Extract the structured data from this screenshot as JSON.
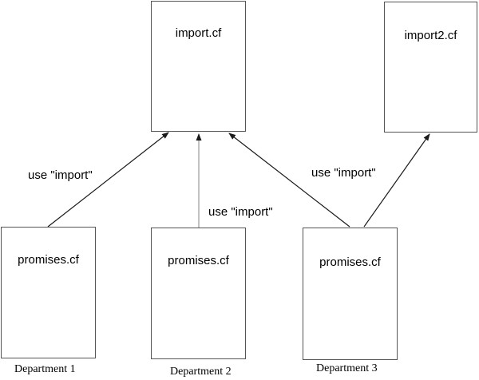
{
  "nodes": {
    "import": {
      "label": "import.cf"
    },
    "import2": {
      "label": "import2.cf"
    },
    "promises1": {
      "label": "promises.cf"
    },
    "promises2": {
      "label": "promises.cf"
    },
    "promises3": {
      "label": "promises.cf"
    }
  },
  "edges": [
    {
      "from": "promises1",
      "to": "import"
    },
    {
      "from": "promises2",
      "to": "import"
    },
    {
      "from": "promises3",
      "to": "import"
    },
    {
      "from": "promises3",
      "to": "import2"
    }
  ],
  "edge_labels": {
    "left": "use \"import\"",
    "center": "use \"import\"",
    "right": "use \"import\""
  },
  "captions": {
    "dept1": "Department 1",
    "dept2": "Department 2",
    "dept3": "Department 3"
  },
  "colors": {
    "line": "#1a1a1a",
    "vertical_line": "#999999",
    "box_border": "#555555",
    "background": "#ffffff",
    "text": "#000000"
  }
}
